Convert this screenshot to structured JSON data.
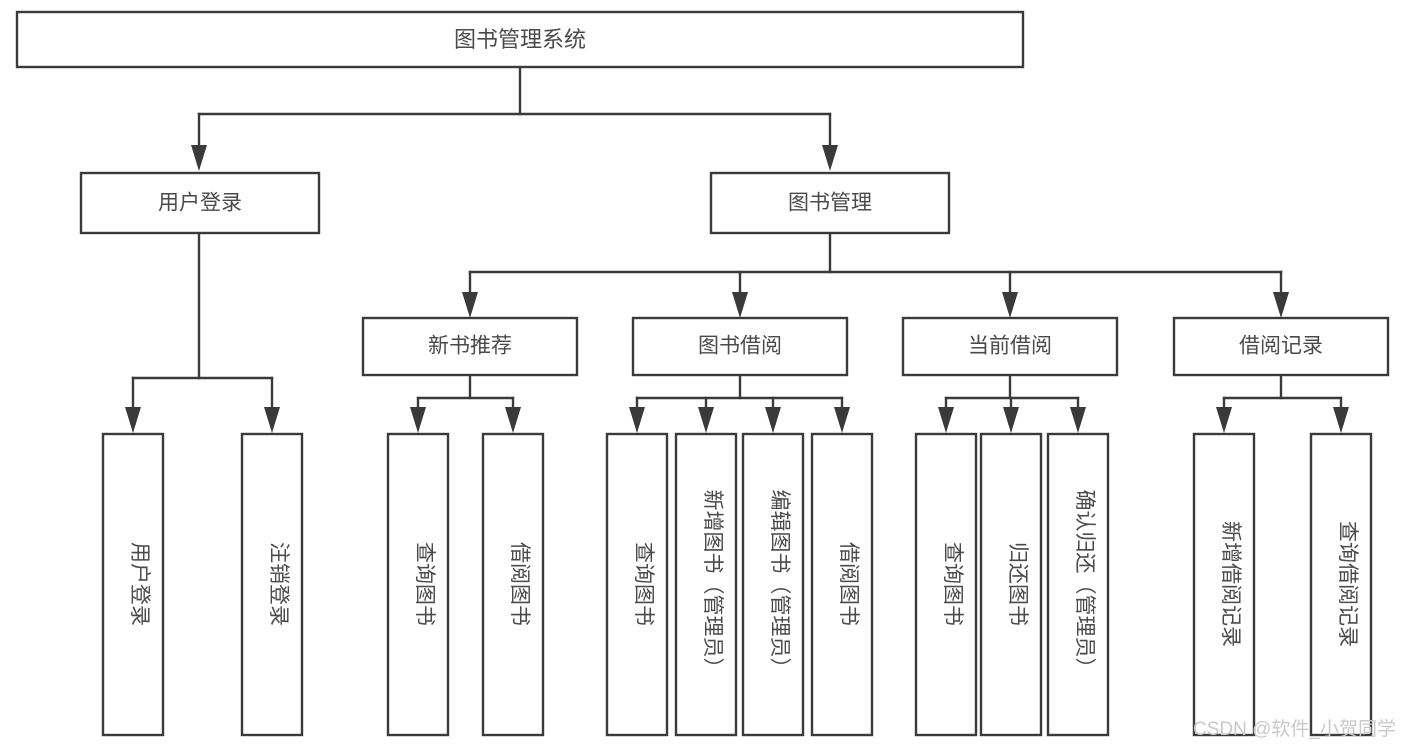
{
  "diagram": {
    "type": "tree-hierarchy",
    "orientation": "top-down",
    "root": {
      "id": "root",
      "label": "图书管理系统"
    },
    "level1": [
      {
        "id": "user-login",
        "label": "用户登录"
      },
      {
        "id": "book-management",
        "label": "图书管理"
      }
    ],
    "level2": [
      {
        "id": "new-book-recommend",
        "label": "新书推荐",
        "parent": "book-management"
      },
      {
        "id": "book-borrow",
        "label": "图书借阅",
        "parent": "book-management"
      },
      {
        "id": "current-borrow",
        "label": "当前借阅",
        "parent": "book-management"
      },
      {
        "id": "borrow-record",
        "label": "借阅记录",
        "parent": "book-management"
      }
    ],
    "leaves": [
      {
        "id": "leaf-user-login",
        "label": "用户登录",
        "parent": "user-login"
      },
      {
        "id": "leaf-logout",
        "label": "注销登录",
        "parent": "user-login"
      },
      {
        "id": "leaf-query-book-1",
        "label": "查询图书",
        "parent": "new-book-recommend"
      },
      {
        "id": "leaf-borrow-book-1",
        "label": "借阅图书",
        "parent": "new-book-recommend"
      },
      {
        "id": "leaf-query-book-2",
        "label": "查询图书",
        "parent": "book-borrow"
      },
      {
        "id": "leaf-add-book",
        "label": "新增图书（管理员）",
        "parent": "book-borrow"
      },
      {
        "id": "leaf-edit-book",
        "label": "编辑图书（管理员）",
        "parent": "book-borrow"
      },
      {
        "id": "leaf-borrow-book-2",
        "label": "借阅图书",
        "parent": "book-borrow"
      },
      {
        "id": "leaf-query-book-3",
        "label": "查询图书",
        "parent": "current-borrow"
      },
      {
        "id": "leaf-return-book",
        "label": "归还图书",
        "parent": "current-borrow"
      },
      {
        "id": "leaf-confirm-return",
        "label": "确认归还（管理员）",
        "parent": "current-borrow"
      },
      {
        "id": "leaf-add-record",
        "label": "新增借阅记录",
        "parent": "borrow-record"
      },
      {
        "id": "leaf-query-record",
        "label": "查询借阅记录",
        "parent": "borrow-record"
      }
    ],
    "colors": {
      "stroke": "#3a3a3a",
      "fill": "#ffffff",
      "text": "#4a4a4a",
      "watermark": "#c9c9c9",
      "background": "#ffffff"
    }
  },
  "watermark": {
    "text": "CSDN @软件_小贺同学"
  }
}
